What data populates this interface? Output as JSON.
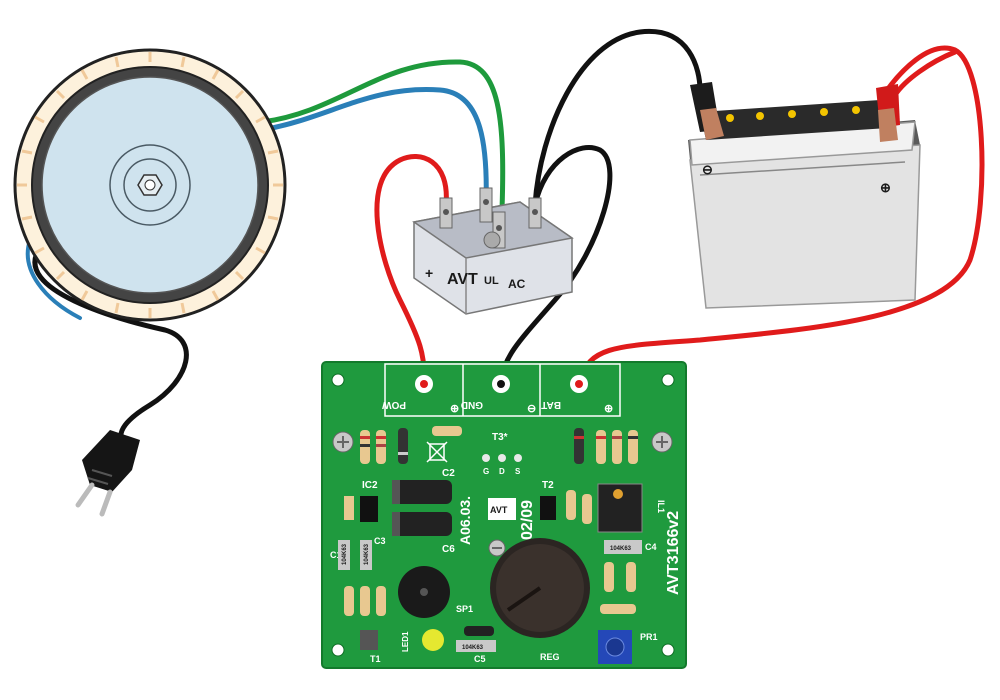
{
  "bridge": {
    "plus": "+",
    "brand": "AVT",
    "ul_mark": "UL",
    "ac": "AC"
  },
  "battery": {
    "minus": "⊖",
    "plus": "⊕"
  },
  "board": {
    "terminals": [
      {
        "label": "POW",
        "sign": "⊕"
      },
      {
        "label": "GND",
        "sign": "⊖"
      },
      {
        "label": "BAT",
        "sign": "⊕"
      }
    ],
    "date_code": "A06.03.",
    "rev_code": "02/09",
    "model": "AVT3166v2",
    "avt_logo": "AVT",
    "labels": {
      "t3": "T3*",
      "ic2": "IC2",
      "c2": "C2",
      "c6": "C6",
      "t2": "T2",
      "ic1": "IL1",
      "c1": "C1",
      "c3": "C3",
      "c4": "C4",
      "sp1": "SP1",
      "led1": "LED1",
      "t1": "T1",
      "c5": "C5",
      "reg": "REG",
      "pr1": "PR1",
      "g": "G",
      "d": "D",
      "s": "S"
    },
    "cap_marks": [
      "104K63",
      "104K63",
      "104K63",
      "104K63"
    ]
  },
  "colors": {
    "pcb": "#1f9a3e",
    "red_wire": "#e01b1b",
    "black_wire": "#111111",
    "green_wire": "#1e9a3c",
    "blue_wire": "#2a7fb8",
    "battery": "#d9d9d9"
  }
}
